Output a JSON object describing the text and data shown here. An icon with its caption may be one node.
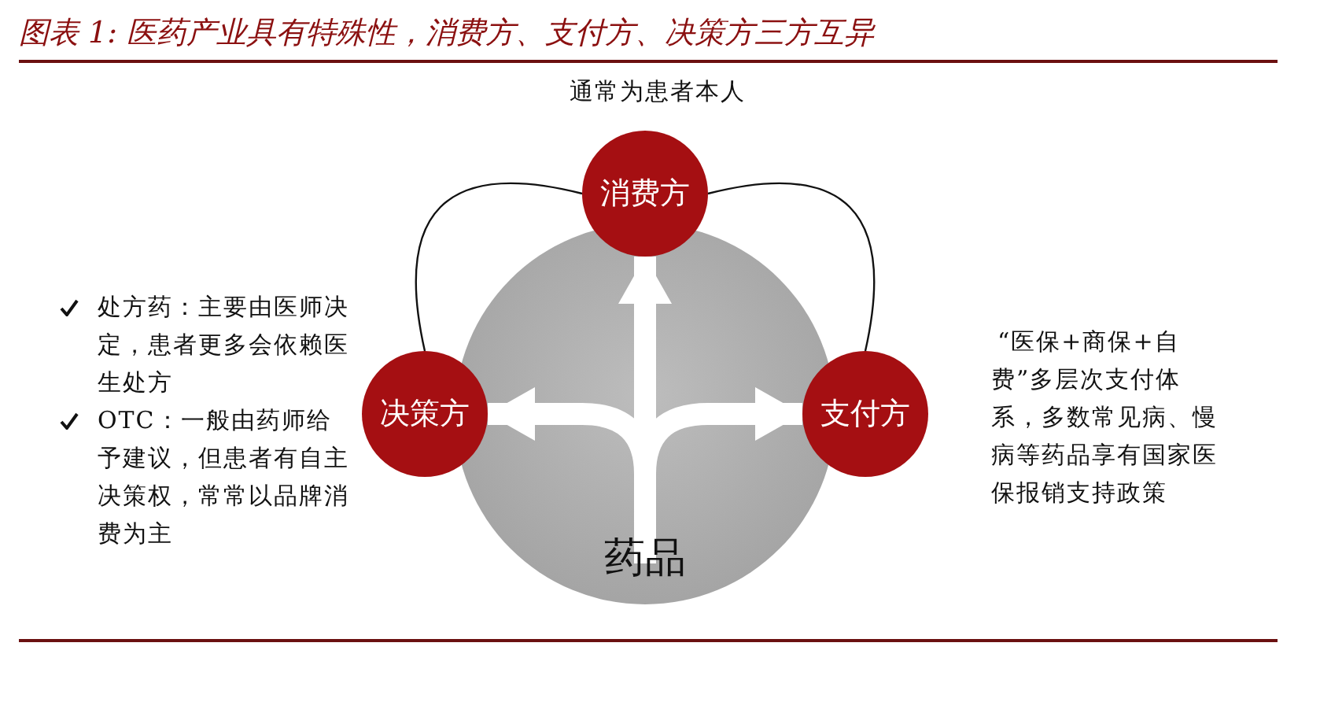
{
  "diagram": {
    "title": "图表 1: 医药产业具有特殊性，消费方、支付方、决策方三方互异",
    "nodes": [
      {
        "text": [
          "药品"
        ]
      },
      {
        "text": [
          "消费方"
        ],
        "beside": [
          "通常为患者本人"
        ]
      },
      {
        "text": [
          "决策方"
        ],
        "beside": [
          "处方药：主要由医师决定，患者更多会依赖医生处方",
          "OTC：一般由药师给予建议，但患者有自主决策权，常常以品牌消费为主"
        ]
      },
      {
        "text": [
          "支付方"
        ],
        "beside": [
          "“医保+商保+自费”多层次支付体系，多数常见病、慢病等药品享有国家医保报销支持政策"
        ]
      }
    ],
    "edges": [
      {
        "from": 0,
        "to": 1,
        "arrow": "to"
      },
      {
        "from": 0,
        "to": 2,
        "arrow": "to"
      },
      {
        "from": 0,
        "to": 3,
        "arrow": "to"
      },
      {
        "from": 2,
        "to": 1,
        "arrow": "none",
        "color": "#111111"
      },
      {
        "from": 1,
        "to": 3,
        "arrow": "none",
        "color": "#111111"
      }
    ]
  }
}
